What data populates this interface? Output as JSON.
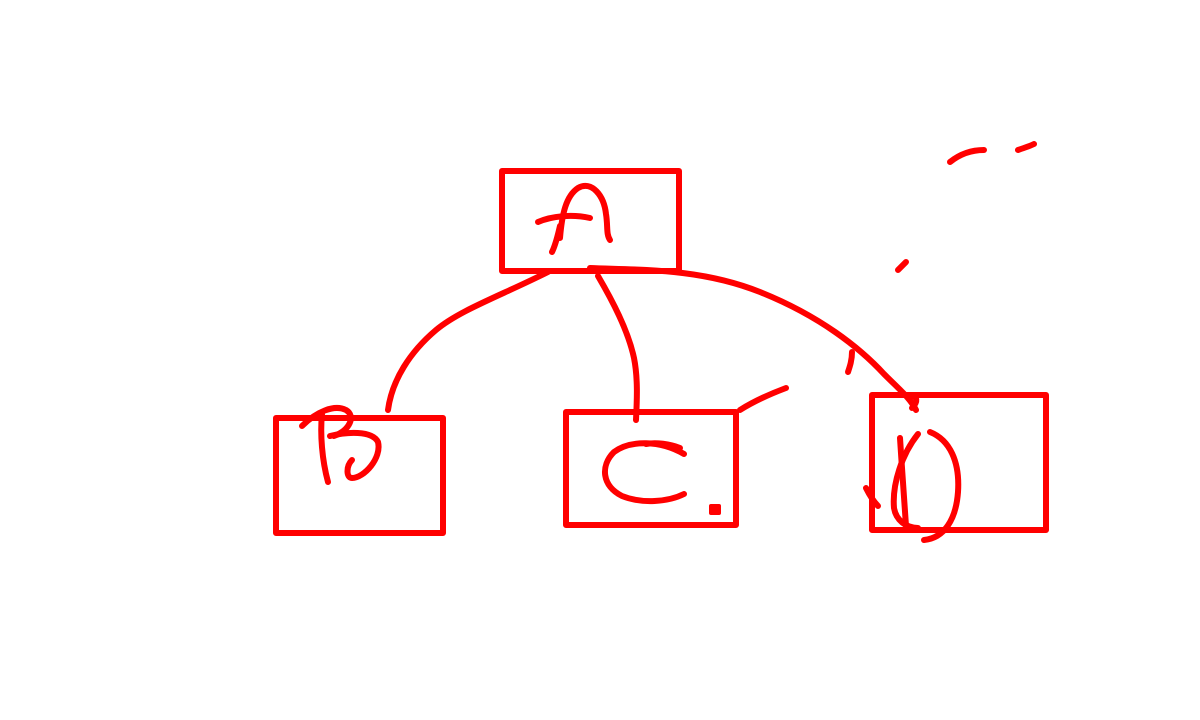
{
  "colors": {
    "ink": "#ff0000",
    "background": "#ffffff"
  },
  "nodes": [
    {
      "id": "A",
      "label": "A"
    },
    {
      "id": "B",
      "label": "B"
    },
    {
      "id": "C",
      "label": "C"
    },
    {
      "id": "D",
      "label": "D"
    }
  ],
  "edges": [
    {
      "from": "A",
      "to": "B"
    },
    {
      "from": "A",
      "to": "C"
    },
    {
      "from": "A",
      "to": "D"
    }
  ]
}
